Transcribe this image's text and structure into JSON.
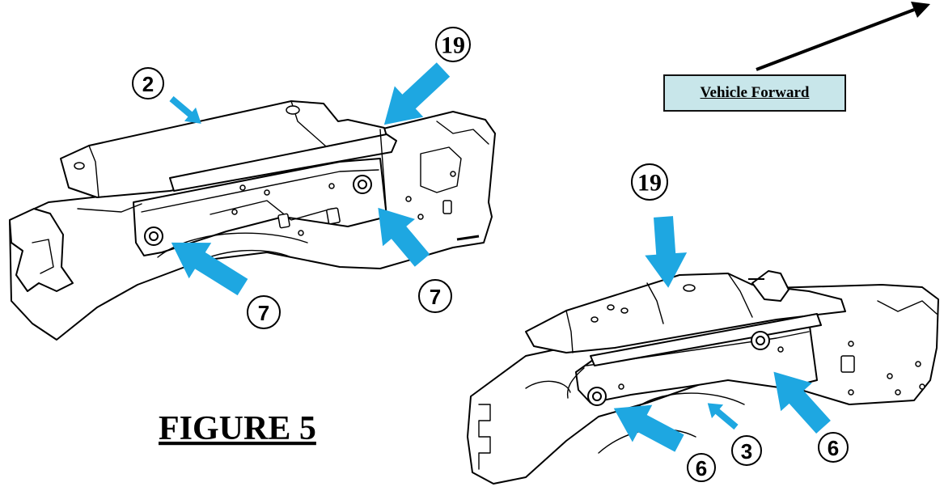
{
  "figure": {
    "title": "FIGURE 5",
    "direction_label": "Vehicle Forward"
  },
  "callouts": {
    "left_bracket": {
      "c2": "2",
      "c19": "19",
      "c7_left": "7",
      "c7_right": "7"
    },
    "right_bracket": {
      "c19": "19",
      "c3": "3",
      "c6_left": "6",
      "c6_right": "6"
    }
  },
  "colors": {
    "arrow": "#1ea7e1",
    "label_box": "#c8e6ea",
    "line": "#000000"
  }
}
